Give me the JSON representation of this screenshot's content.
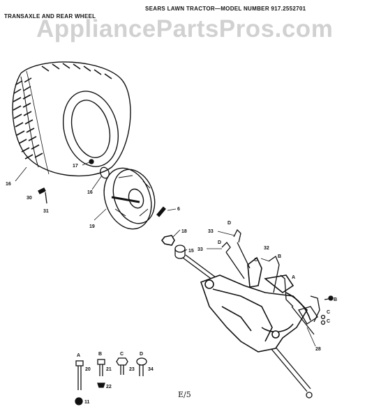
{
  "header": {
    "title": "SEARS LAWN TRACTOR—MODEL NUMBER 917.2552701",
    "subtitle": "TRANSAXLE AND REAR WHEEL"
  },
  "watermark": "AppliancePartsPros.com",
  "page_code": "E/5",
  "callouts": {
    "c16a": "16",
    "c17": "17",
    "c16b": "16",
    "c30": "30",
    "c31": "31",
    "c19": "19",
    "c6": "6",
    "c18": "18",
    "c15": "15",
    "c33a": "33",
    "c33b": "33",
    "cDa": "D",
    "cDb": "D",
    "c32": "32",
    "cB1": "B",
    "cB2": "B",
    "cA1": "A",
    "cC1": "C",
    "cC2": "C",
    "cC3": "C",
    "c28": "28"
  },
  "hardware": [
    {
      "letter": "A",
      "num": "20",
      "sub": "11"
    },
    {
      "letter": "B",
      "num": "21",
      "sub": "22"
    },
    {
      "letter": "C",
      "num": "23",
      "sub": ""
    },
    {
      "letter": "D",
      "num": "34",
      "sub": ""
    }
  ]
}
